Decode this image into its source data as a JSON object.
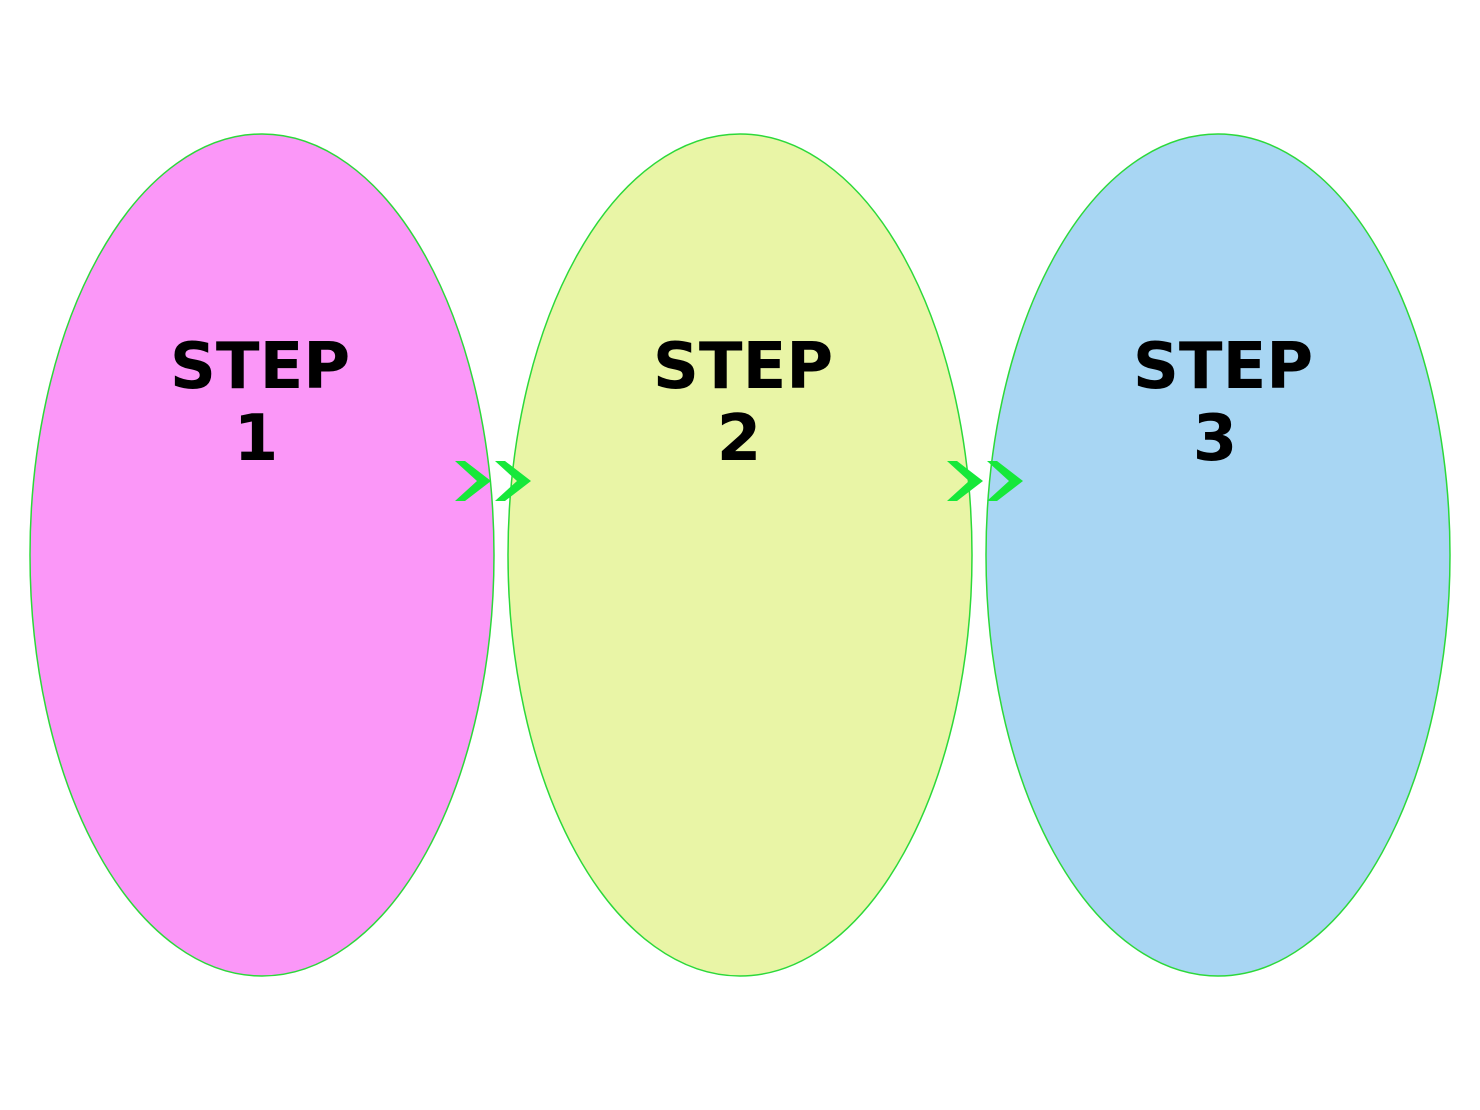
{
  "diagram": {
    "steps": [
      {
        "line1": "STEP",
        "line2": "1",
        "fill": "#FB97F8"
      },
      {
        "line1": "STEP",
        "line2": "2",
        "fill": "#E9F5A6"
      },
      {
        "line1": "STEP",
        "line2": "3",
        "fill": "#A8D6F3"
      }
    ],
    "outline_color": "#2CD93A",
    "arrow_color": "#16E83A",
    "arrow_icon": "double-chevron-right-icon"
  }
}
